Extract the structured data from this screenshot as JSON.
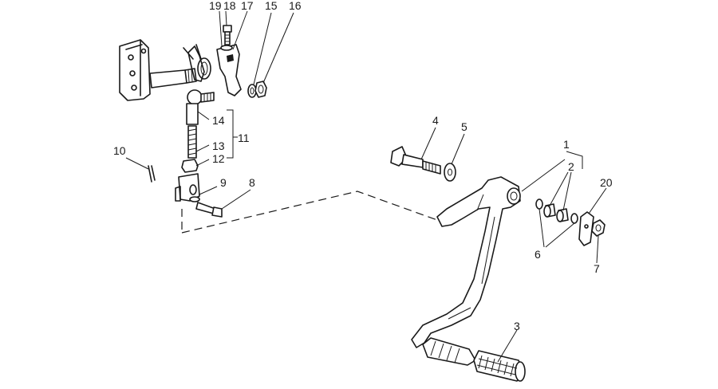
{
  "callouts": {
    "c1": "1",
    "c2": "2",
    "c3": "3",
    "c4": "4",
    "c5": "5",
    "c6": "6",
    "c7": "7",
    "c8": "8",
    "c9": "9",
    "c10": "10",
    "c11": "11",
    "c12": "12",
    "c13": "13",
    "c14": "14",
    "c15": "15",
    "c16": "16",
    "c17": "17",
    "c18": "18",
    "c19": "19",
    "c20": "20"
  },
  "colors": {
    "line": "#1a1a1a",
    "background": "#ffffff"
  },
  "icons": [
    "exploded-parts-drawing"
  ]
}
